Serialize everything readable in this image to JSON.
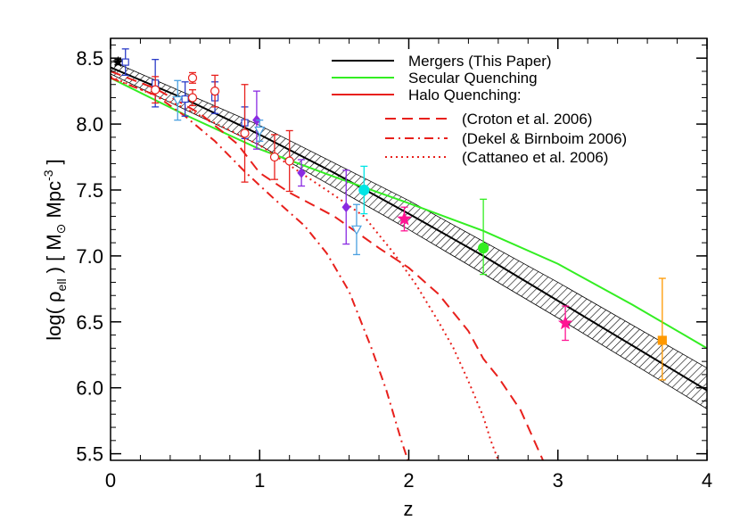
{
  "chart_data": {
    "type": "line",
    "xlabel": "z",
    "ylabel": {
      "prefix": "log( ρ",
      "sub": "ell",
      "middle": " )  [ M",
      "sun": "⊙",
      "unit": " Mpc",
      "exp": "-3",
      "suffix": " ]"
    },
    "xlim": [
      0,
      4
    ],
    "ylim": [
      5.45,
      8.65
    ],
    "xticks": [
      0,
      1,
      2,
      3,
      4
    ],
    "xtick_labels": [
      "0",
      "1",
      "2",
      "3",
      "4"
    ],
    "yticks": [
      5.5,
      6.0,
      6.5,
      7.0,
      7.5,
      8.0,
      8.5
    ],
    "ytick_labels": [
      "5.5",
      "6.0",
      "6.5",
      "7.0",
      "7.5",
      "8.0",
      "8.5"
    ],
    "legend_position": "top-right",
    "colors": {
      "black": "#000000",
      "green": "#33ee22",
      "red": "#e8201c"
    },
    "band": {
      "upper": [
        [
          0,
          8.48
        ],
        [
          1,
          7.99
        ],
        [
          2,
          7.42
        ],
        [
          3,
          6.8
        ],
        [
          4,
          6.15
        ]
      ],
      "lower": [
        [
          0,
          8.38
        ],
        [
          1,
          7.84
        ],
        [
          2,
          7.2
        ],
        [
          3,
          6.53
        ],
        [
          4,
          5.84
        ]
      ]
    },
    "series": [
      {
        "name": "Mergers (This Paper)",
        "color": "#000000",
        "dash": "",
        "points": [
          [
            0,
            8.43
          ],
          [
            0.5,
            8.19
          ],
          [
            1,
            7.92
          ],
          [
            1.5,
            7.63
          ],
          [
            2,
            7.32
          ],
          [
            2.5,
            7.0
          ],
          [
            3,
            6.66
          ],
          [
            3.5,
            6.32
          ],
          [
            4,
            5.98
          ]
        ]
      },
      {
        "name": "Secular Quenching",
        "color": "#33ee22",
        "dash": "",
        "points": [
          [
            0,
            8.35
          ],
          [
            0.5,
            8.07
          ],
          [
            1,
            7.81
          ],
          [
            1.5,
            7.6
          ],
          [
            2,
            7.4
          ],
          [
            2.5,
            7.19
          ],
          [
            3,
            6.94
          ],
          [
            3.5,
            6.63
          ],
          [
            4,
            6.3
          ]
        ]
      },
      {
        "name": "Halo Quenching:",
        "color": "#e8201c",
        "dash": "",
        "legend_only": true,
        "points": []
      },
      {
        "name": "(Croton et al. 2006)",
        "color": "#e8201c",
        "dash": "12,7",
        "points": [
          [
            0,
            8.4
          ],
          [
            0.3,
            8.27
          ],
          [
            0.6,
            8.08
          ],
          [
            0.85,
            7.85
          ],
          [
            1,
            7.63
          ],
          [
            1.2,
            7.48
          ],
          [
            1.5,
            7.3
          ],
          [
            1.8,
            7.06
          ],
          [
            2,
            6.91
          ],
          [
            2.2,
            6.71
          ],
          [
            2.4,
            6.43
          ],
          [
            2.5,
            6.22
          ],
          [
            2.6,
            6.08
          ],
          [
            2.75,
            5.83
          ],
          [
            2.9,
            5.45
          ]
        ]
      },
      {
        "name": "(Dekel & Birnboim 2006)",
        "color": "#e8201c",
        "dash": "10,5,2,5",
        "points": [
          [
            0,
            8.35
          ],
          [
            0.3,
            8.22
          ],
          [
            0.5,
            8.06
          ],
          [
            0.7,
            7.87
          ],
          [
            0.9,
            7.64
          ],
          [
            1.1,
            7.43
          ],
          [
            1.3,
            7.23
          ],
          [
            1.45,
            7.02
          ],
          [
            1.6,
            6.73
          ],
          [
            1.75,
            6.3
          ],
          [
            1.85,
            5.98
          ],
          [
            1.95,
            5.6
          ],
          [
            2.0,
            5.43
          ]
        ]
      },
      {
        "name": "(Cattaneo et al. 2006)",
        "color": "#e8201c",
        "dash": "2,4",
        "points": [
          [
            0,
            8.36
          ],
          [
            0.5,
            8.12
          ],
          [
            1,
            7.84
          ],
          [
            1.5,
            7.46
          ],
          [
            1.7,
            7.3
          ],
          [
            1.9,
            7.02
          ],
          [
            2.05,
            6.78
          ],
          [
            2.2,
            6.5
          ],
          [
            2.3,
            6.3
          ],
          [
            2.4,
            6.05
          ],
          [
            2.5,
            5.78
          ],
          [
            2.55,
            5.6
          ],
          [
            2.6,
            5.45
          ]
        ]
      }
    ],
    "data_points": [
      {
        "marker": "star",
        "color": "#000000",
        "x": 0.05,
        "y": 8.47,
        "err": [
          0.02,
          0.02
        ],
        "fill": true
      },
      {
        "marker": "square",
        "color": "#2b3cc8",
        "x": 0.1,
        "y": 8.47,
        "err": [
          0.1,
          0.1
        ],
        "fill": false
      },
      {
        "marker": "square",
        "color": "#2b3cc8",
        "x": 0.3,
        "y": 8.31,
        "err": [
          0.18,
          0.18
        ],
        "fill": false
      },
      {
        "marker": "square",
        "color": "#2b3cc8",
        "x": 0.5,
        "y": 8.19,
        "err": [
          0.13,
          0.13
        ],
        "fill": false
      },
      {
        "marker": "square",
        "color": "#2b3cc8",
        "x": 0.7,
        "y": 8.2,
        "err": [
          0.12,
          0.12
        ],
        "fill": false
      },
      {
        "marker": "square",
        "color": "#2b3cc8",
        "x": 0.9,
        "y": 8.01,
        "err": [
          0.12,
          0.12
        ],
        "fill": false
      },
      {
        "marker": "circle",
        "color": "#e8201c",
        "x": 0.3,
        "y": 8.26,
        "err": [
          0.1,
          0.1
        ],
        "fill": false
      },
      {
        "marker": "circle",
        "color": "#e8201c",
        "x": 0.55,
        "y": 8.2,
        "err": [
          0.06,
          0.06
        ],
        "fill": false
      },
      {
        "marker": "circle",
        "color": "#e8201c",
        "x": 0.55,
        "y": 8.35,
        "err": [
          0.04,
          0.04
        ],
        "fill": false
      },
      {
        "marker": "circle",
        "color": "#e8201c",
        "x": 0.7,
        "y": 8.25,
        "err": [
          0.12,
          0.12
        ],
        "fill": false
      },
      {
        "marker": "circle",
        "color": "#e8201c",
        "x": 0.9,
        "y": 7.93,
        "err": [
          0.37,
          0.37
        ],
        "fill": false
      },
      {
        "marker": "circle",
        "color": "#e8201c",
        "x": 1.1,
        "y": 7.75,
        "err": [
          0.17,
          0.17
        ],
        "fill": false
      },
      {
        "marker": "circle",
        "color": "#e8201c",
        "x": 1.2,
        "y": 7.72,
        "err": [
          0.23,
          0.23
        ],
        "fill": false
      },
      {
        "marker": "diamond",
        "color": "#8a2be2",
        "x": 0.98,
        "y": 8.03,
        "err": [
          0.22,
          0.22
        ],
        "fill": true
      },
      {
        "marker": "diamond",
        "color": "#8a2be2",
        "x": 1.28,
        "y": 7.63,
        "err": [
          0.1,
          0.1
        ],
        "fill": true
      },
      {
        "marker": "diamond",
        "color": "#8a2be2",
        "x": 1.58,
        "y": 7.37,
        "err": [
          0.28,
          0.28
        ],
        "fill": true
      },
      {
        "marker": "triangle-down",
        "color": "#4aa0e0",
        "x": 0.45,
        "y": 8.18,
        "err": [
          0.15,
          0.15
        ],
        "fill": false
      },
      {
        "marker": "triangle-down",
        "color": "#4aa0e0",
        "x": 1.0,
        "y": 7.95,
        "err": [
          0.08,
          0.08
        ],
        "fill": false
      },
      {
        "marker": "triangle-down",
        "color": "#4aa0e0",
        "x": 1.65,
        "y": 7.2,
        "err": [
          0.19,
          0.19
        ],
        "fill": false
      },
      {
        "marker": "circle",
        "color": "#00e5e5",
        "x": 1.7,
        "y": 7.5,
        "err": [
          0.18,
          0.18
        ],
        "fill": true
      },
      {
        "marker": "star",
        "color": "#ff1493",
        "x": 1.97,
        "y": 7.28,
        "err": [
          0.09,
          0.09
        ],
        "fill": true
      },
      {
        "marker": "circle",
        "color": "#33ee22",
        "x": 2.5,
        "y": 7.06,
        "err": [
          0.37,
          0.2
        ],
        "fill": true
      },
      {
        "marker": "star",
        "color": "#ff1493",
        "x": 3.05,
        "y": 6.49,
        "err": [
          0.13,
          0.13
        ],
        "fill": true
      },
      {
        "marker": "square",
        "color": "#ff9900",
        "x": 3.7,
        "y": 6.36,
        "err": [
          0.47,
          0.3
        ],
        "fill": true
      }
    ]
  }
}
